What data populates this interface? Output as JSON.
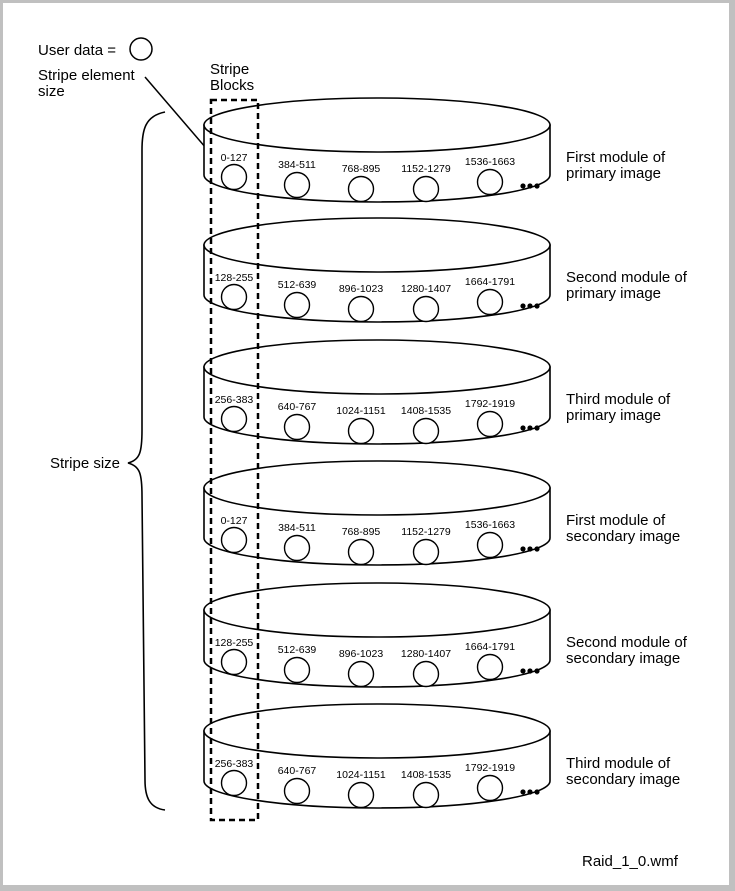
{
  "legend": {
    "user_data_label": "User data =",
    "user_data_icon": "circle-outline",
    "stripe_element_size_line1": "Stripe element",
    "stripe_element_size_line2": "size"
  },
  "stripe_blocks": {
    "line1": "Stripe",
    "line2": "Blocks"
  },
  "stripe_size_label": "Stripe size",
  "ellipsis_icon": "three-dots",
  "modules": [
    {
      "label_line1": "First module of",
      "label_line2": "primary image",
      "blocks": [
        "0-127",
        "384-511",
        "768-895",
        "1152-1279",
        "1536-1663"
      ]
    },
    {
      "label_line1": "Second module of",
      "label_line2": "primary image",
      "blocks": [
        "128-255",
        "512-639",
        "896-1023",
        "1280-1407",
        "1664-1791"
      ]
    },
    {
      "label_line1": "Third module of",
      "label_line2": "primary image",
      "blocks": [
        "256-383",
        "640-767",
        "1024-1151",
        "1408-1535",
        "1792-1919"
      ]
    },
    {
      "label_line1": "First module of",
      "label_line2": "secondary image",
      "blocks": [
        "0-127",
        "384-511",
        "768-895",
        "1152-1279",
        "1536-1663"
      ]
    },
    {
      "label_line1": "Second module of",
      "label_line2": "secondary image",
      "blocks": [
        "128-255",
        "512-639",
        "896-1023",
        "1280-1407",
        "1664-1791"
      ]
    },
    {
      "label_line1": "Third module of",
      "label_line2": "secondary image",
      "blocks": [
        "256-383",
        "640-767",
        "1024-1151",
        "1408-1535",
        "1792-1919"
      ]
    }
  ],
  "filename": "Raid_1_0.wmf"
}
